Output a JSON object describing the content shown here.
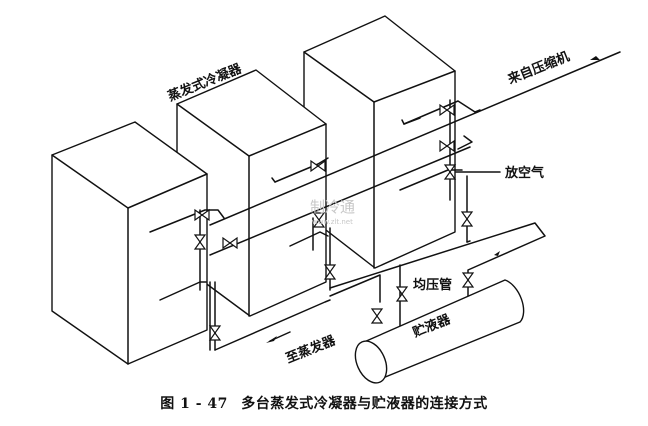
{
  "labels": {
    "condenser": "蒸发式冷凝器",
    "from_compressor": "来自压缩机",
    "air_vent": "放空气",
    "to_evaporator": "至蒸发器",
    "equalizing_pipe": "均压管",
    "receiver": "贮液器"
  },
  "watermark": {
    "text": "制冷通",
    "url_text": "www.zlt.net"
  },
  "caption": {
    "figure_number": "图 1 - 47",
    "title": "多台蒸发式冷凝器与贮液器的连接方式"
  },
  "components": {
    "condenser_count": 3,
    "receiver_count": 1
  }
}
